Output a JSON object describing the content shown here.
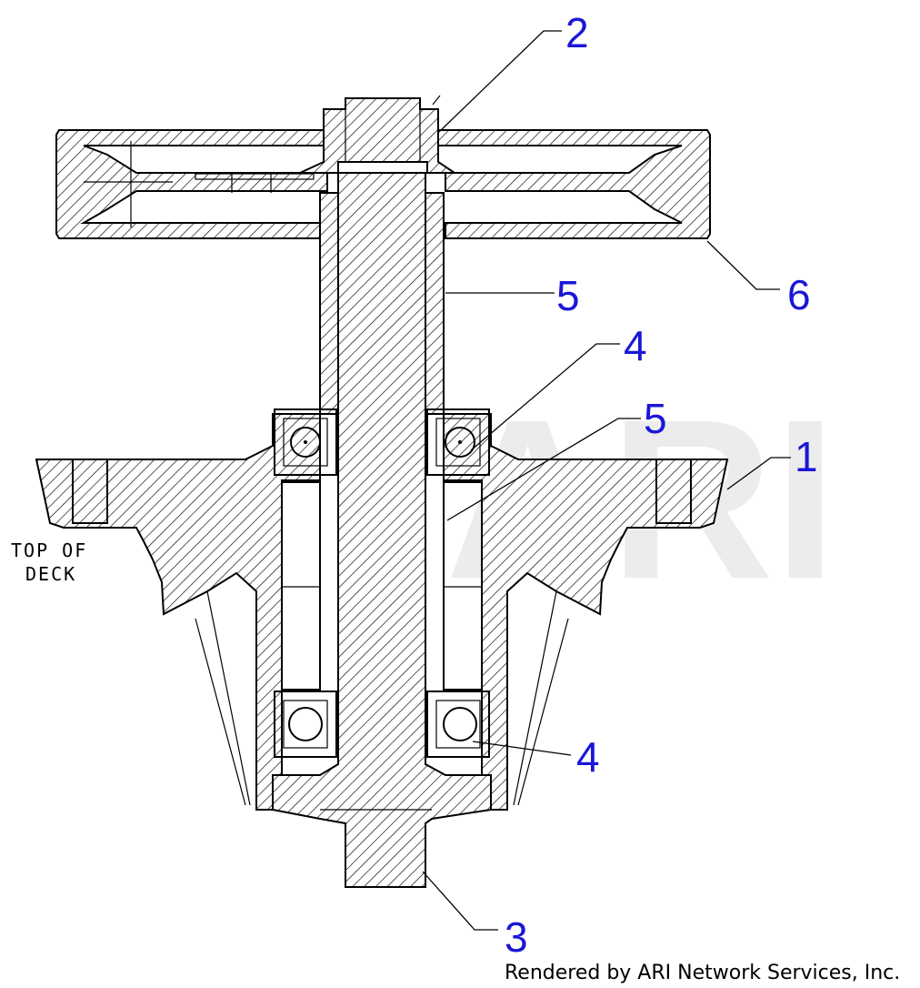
{
  "watermark": "ARI",
  "deck_label": [
    "TOP OF",
    "DECK"
  ],
  "credit": "Rendered by ARI Network Services, Inc.",
  "callouts": [
    {
      "id": "1",
      "label": "1"
    },
    {
      "id": "2",
      "label": "2"
    },
    {
      "id": "3",
      "label": "3"
    },
    {
      "id": "4a",
      "label": "4"
    },
    {
      "id": "4b",
      "label": "4"
    },
    {
      "id": "5a",
      "label": "5"
    },
    {
      "id": "5b",
      "label": "5"
    },
    {
      "id": "6",
      "label": "6"
    }
  ],
  "colors": {
    "callout": "#1a17d6",
    "line": "#000000",
    "watermark": "#ececec",
    "background": "#ffffff"
  }
}
